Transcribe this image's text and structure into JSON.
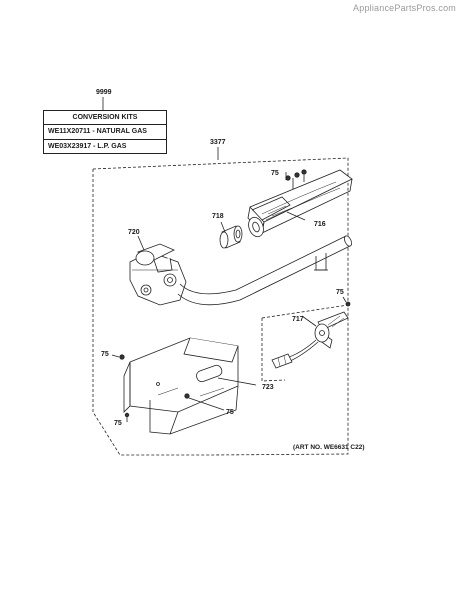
{
  "watermark": "AppliancePartsPros.com",
  "conversion_kits": {
    "part_number": "9999",
    "title": "CONVERSION KITS",
    "rows": [
      "WE11X20711 - NATURAL GAS",
      "WE03X23917 - L.P. GAS"
    ]
  },
  "callouts": {
    "assembly": "3377",
    "screw_top": "75",
    "insert": "718",
    "burner": "716",
    "valve": "720",
    "screw_igniter": "75",
    "igniter": "717",
    "screw_left": "75",
    "bracket": "723",
    "screw_bracket": "75",
    "screw_bottom": "75"
  },
  "art_number": "(ART NO. WE6631 C22)"
}
